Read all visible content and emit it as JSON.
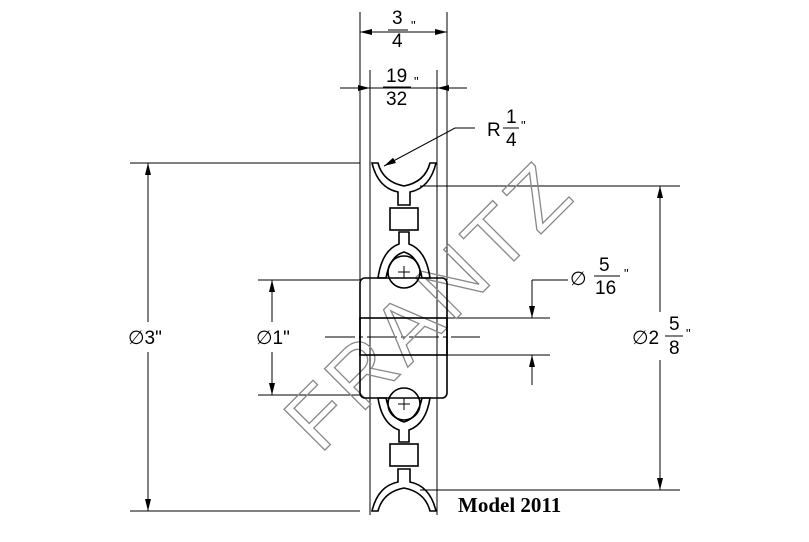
{
  "drawing": {
    "model_label": "Model 2011",
    "watermark": "FRANTZ",
    "dims": {
      "width_overall": {
        "num": "3",
        "den": "4",
        "unit": "\""
      },
      "width_hub": {
        "num": "19",
        "den": "32",
        "unit": "\""
      },
      "radius": {
        "prefix": "R",
        "num": "1",
        "den": "4",
        "unit": "\""
      },
      "outer_dia": {
        "text": "∅3\""
      },
      "hub_dia": {
        "text": "∅1\""
      },
      "groove_dia": {
        "prefix": "∅2",
        "num": "5",
        "den": "8",
        "unit": "\""
      },
      "bore_dia": {
        "prefix": "∅",
        "num": "5",
        "den": "16",
        "unit": "\""
      }
    }
  }
}
